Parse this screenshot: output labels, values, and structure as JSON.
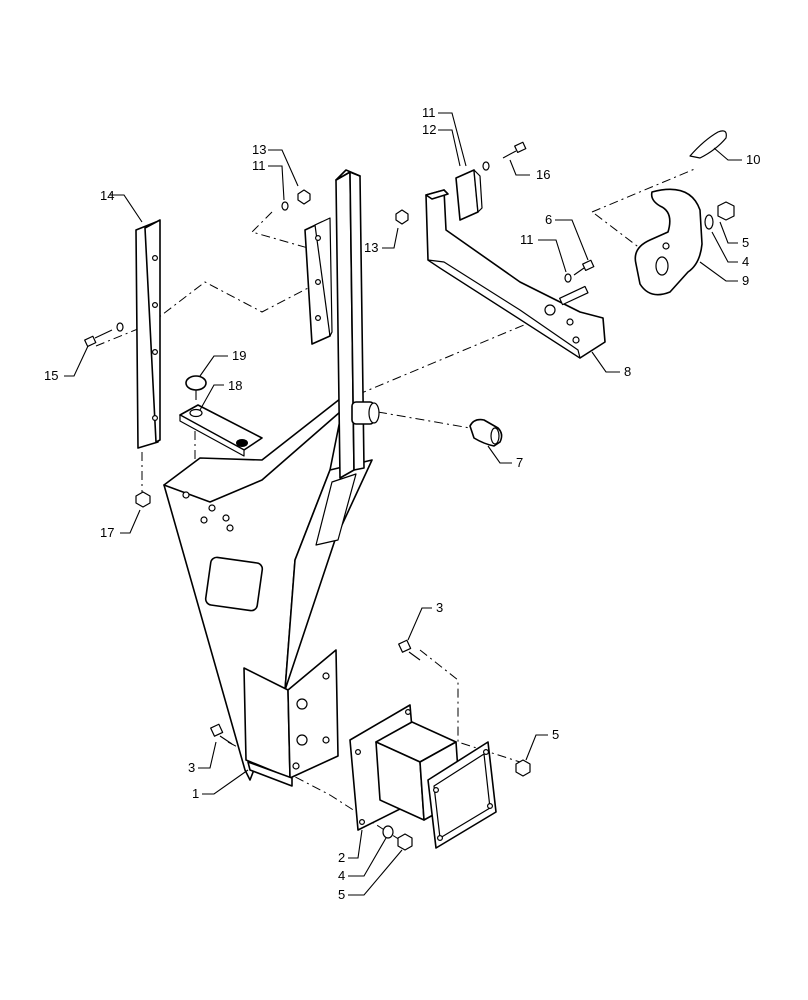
{
  "title": "",
  "callouts": {
    "c1": "1",
    "c2": "2",
    "c3a": "3",
    "c3b": "3",
    "c4a": "4",
    "c4b": "4",
    "c5a": "5",
    "c5b": "5",
    "c5c": "5",
    "c6": "6",
    "c7": "7",
    "c8": "8",
    "c9": "9",
    "c10": "10",
    "c11a": "11",
    "c11b": "11",
    "c11c": "11",
    "c12": "12",
    "c13a": "13",
    "c13b": "13",
    "c14": "14",
    "c15": "15",
    "c16": "16",
    "c17": "17",
    "c18": "18",
    "c19": "19"
  }
}
